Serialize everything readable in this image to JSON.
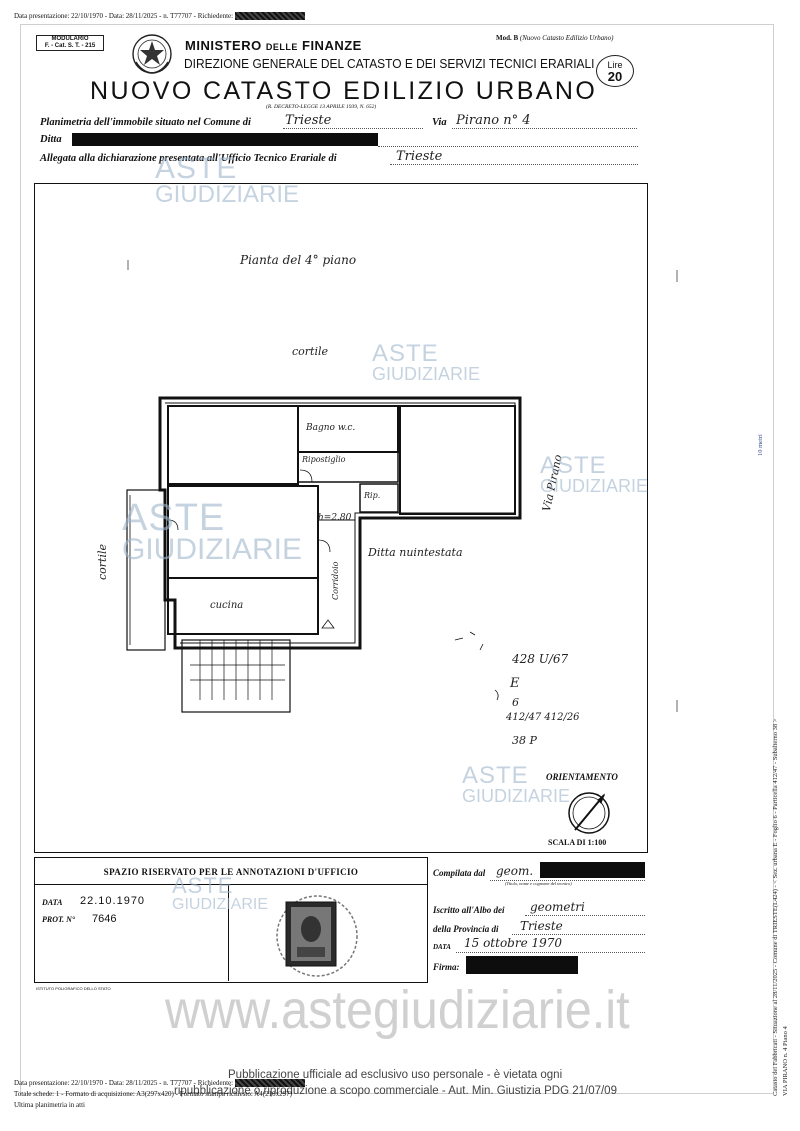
{
  "top_meta": {
    "text": "Data presentazione: 22/10/1970 - Data: 28/11/2025 - n. T77707 - Richiedente:"
  },
  "header": {
    "modulario_title": "MODULARIO",
    "modulario_code": "F. - Cat. S. T. - 215",
    "mod_b": "Mod. B",
    "mod_b_sub": "(Nuovo Catasto Edilizio Urbano)",
    "ministry_a": "MINISTERO",
    "ministry_b": "DELLE",
    "ministry_c": "FINANZE",
    "direction": "DIREZIONE GENERALE DEL CATASTO E DEI SERVIZI TECNICI ERARIALI",
    "main_title": "NUOVO CATASTO EDILIZIO URBANO",
    "decree": "(R. DECRETO-LEGGE 13 APRILE 1939, N. 652)",
    "price_label": "Lire",
    "price_value": "20"
  },
  "form": {
    "plan_label": "Planimetria dell'immobile situato nel Comune di",
    "plan_value": "Trieste",
    "via_label": "Via",
    "via_value": "Pirano n° 4",
    "ditta_label": "Ditta",
    "attached_label": "Allegata alla dichiarazione presentata all'Ufficio Tecnico Erariale di",
    "attached_value": "Trieste"
  },
  "plan": {
    "floor_title": "Pianta del 4° piano",
    "courtyard_top": "cortile",
    "courtyard_left": "cortile",
    "street": "Via Pirano",
    "bathroom": "Bagno w.c.",
    "storage": "Ripostiglio",
    "closet": "Rip.",
    "height": "h=2.80",
    "corridor": "Corridoio",
    "owner": "Ditta nuintestata",
    "kitchen": "cucina",
    "ref_1": "428 U/67",
    "ref_2": "E",
    "ref_3": "6",
    "ref_4": "412/47 412/26",
    "ref_5": "38 P",
    "orientation": "ORIENTAMENTO",
    "scale": "SCALA DI 1:100"
  },
  "office": {
    "header": "SPAZIO RISERVATO PER LE ANNOTAZIONI D'UFFICIO",
    "date_label": "DATA",
    "date_value": "22.10.1970",
    "prot_label": "PROT. N°",
    "prot_value": "7646",
    "print_credit": "ISTITUTO POLIGRAFICO DELLO STATO",
    "compiled_label": "Compilata dal",
    "compiled_value": "geom.",
    "compiled_sub": "(Titolo, nome e cognome del tecnico)",
    "albo_label": "Iscritto all'Albo dei",
    "albo_value": "geometri",
    "province_label": "della Provincia di",
    "province_value": "Trieste",
    "date2_label": "DATA",
    "date2_value": "15 ottobre 1970",
    "signature_label": "Firma:"
  },
  "watermarks": {
    "aste": "ASTE",
    "giudiziarie": "GIUDIZIARIE",
    "site": "www.astegiudiziarie.it"
  },
  "side_text": {
    "line1": "Catasto dei Fabbricati - Situazione al 28/11/2025 - Comune di TRIESTE(L424) - < Sez. urbana E - Foglio 6 - Particella 412/47 - Subalterno 38 >",
    "line2": "VIA PIRANO n. 4 Piano 4",
    "mark": "10 metri"
  },
  "footer": {
    "notice_1": "Pubblicazione ufficiale ad esclusivo uso personale - è vietata ogni",
    "notice_2": "ripubblicazione o riproduzione a scopo commerciale - Aut. Min. Giustizia PDG 21/07/09",
    "meta_1": "Data presentazione: 22/10/1970 - Data: 28/11/2025 - n. T77707 - Richiedente:",
    "meta_2": "Totale schede: 1 - Formato di acquisizione: A3(297x420) - Formato stampa richiesto: A4(210x297)",
    "meta_3": "Ultima planimetria in atti"
  }
}
